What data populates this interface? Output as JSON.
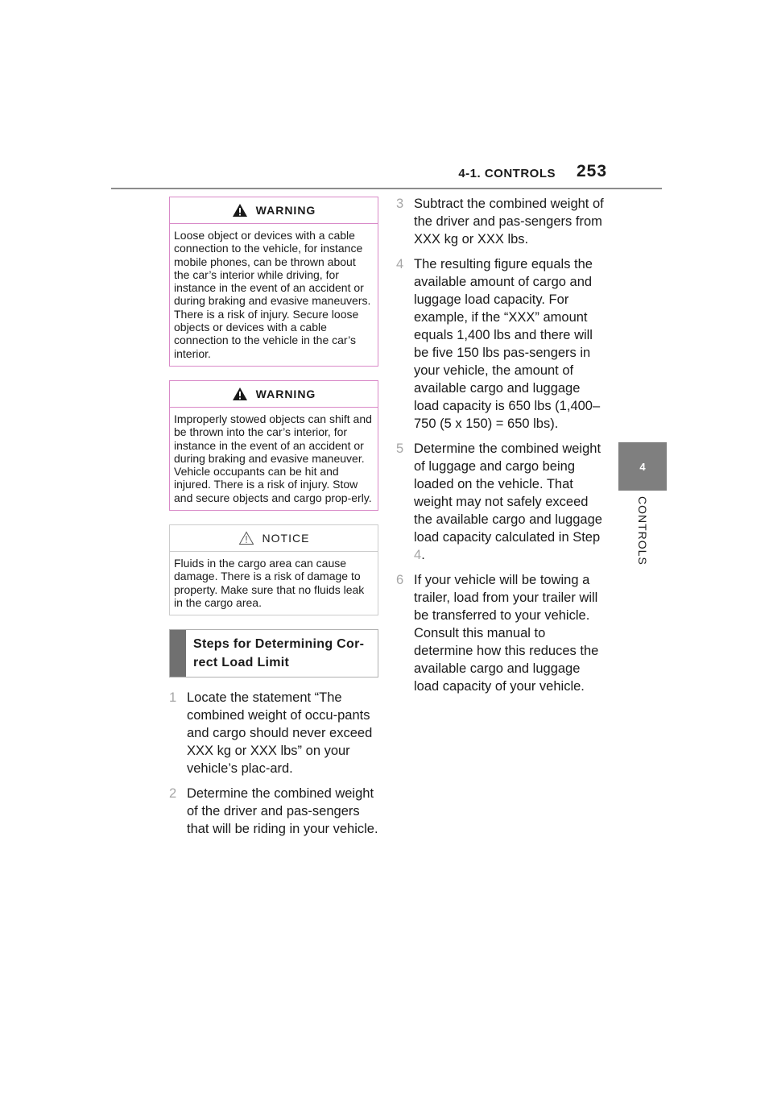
{
  "header": {
    "section": "4-1. CONTROLS",
    "page_number": "253"
  },
  "side_tab": {
    "number": "4",
    "label": "CONTROLS"
  },
  "warnings": [
    {
      "title": "WARNING",
      "body": "Loose object or devices with a cable connection to the vehicle, for instance mobile phones, can be thrown about the car’s interior while driving, for instance in the event of an accident or during braking and evasive maneuvers. There is a risk of injury. Secure loose objects or devices with a cable connection to the vehicle in the car’s interior."
    },
    {
      "title": "WARNING",
      "body": "Improperly stowed objects can shift and be thrown into the car’s interior, for instance in the event of an accident or during braking and evasive maneuver. Vehicle occupants can be hit and injured. There is a risk of injury. Stow and secure objects and cargo prop-erly."
    }
  ],
  "notice": {
    "title": "NOTICE",
    "body": "Fluids in the cargo area can cause damage. There is a risk of damage to property. Make sure that no fluids leak in the cargo area."
  },
  "section_heading": "Steps for Determining Cor-rect Load Limit",
  "steps": [
    {
      "num": "1",
      "text": "Locate the statement “The combined weight of occu-pants and cargo should never exceed XXX kg or XXX lbs” on your vehicle’s plac-ard."
    },
    {
      "num": "2",
      "text": "Determine the combined weight of the driver and pas-sengers that will be riding in your vehicle."
    },
    {
      "num": "3",
      "text": "Subtract the combined weight of the driver and pas-sengers from XXX kg or XXX lbs."
    },
    {
      "num": "4",
      "text": "The resulting figure equals the available amount of cargo and luggage load capacity. For example, if the “XXX” amount equals 1,400 lbs and there will be five 150 lbs pas-sengers in your vehicle, the amount of available cargo and luggage load capacity is 650 lbs (1,400–750 (5 x 150) = 650 lbs)."
    },
    {
      "num": "5",
      "text_before": "Determine the combined weight of luggage and cargo being loaded on the vehicle. That weight may not safely exceed the available cargo and luggage load capacity calculated in Step ",
      "ref": "4",
      "text_after": "."
    },
    {
      "num": "6",
      "text": "If your vehicle will be towing a trailer, load from your trailer will be transferred to your vehicle. Consult this manual to determine how this reduces the available cargo and luggage load capacity of your vehicle."
    }
  ],
  "colors": {
    "warning_border": "#d98ac8",
    "header_rule": "#8c8c8c",
    "side_tab": "#7f7f7f",
    "step_number": "#a6a6a6"
  }
}
